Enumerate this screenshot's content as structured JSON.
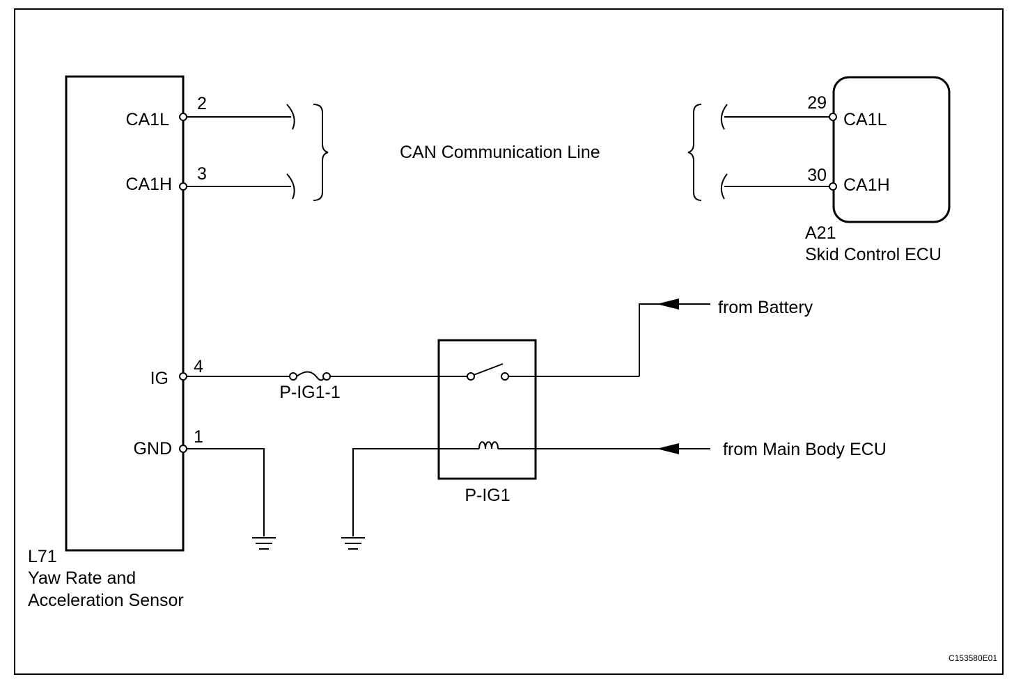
{
  "sensor": {
    "code": "L71",
    "name_line1": "Yaw Rate and",
    "name_line2": "Acceleration Sensor",
    "pins": [
      {
        "label": "CA1L",
        "number": "2"
      },
      {
        "label": "CA1H",
        "number": "3"
      },
      {
        "label": "IG",
        "number": "4"
      },
      {
        "label": "GND",
        "number": "1"
      }
    ]
  },
  "ecu": {
    "code": "A21",
    "name": "Skid Control ECU",
    "pins": [
      {
        "label": "CA1L",
        "number": "29"
      },
      {
        "label": "CA1H",
        "number": "30"
      }
    ]
  },
  "can_label": "CAN Communication Line",
  "fuse_label": "P-IG1-1",
  "relay_label": "P-IG1",
  "battery_label": "from Battery",
  "main_body_label": "from Main Body ECU",
  "figure_code": "C153580E01"
}
